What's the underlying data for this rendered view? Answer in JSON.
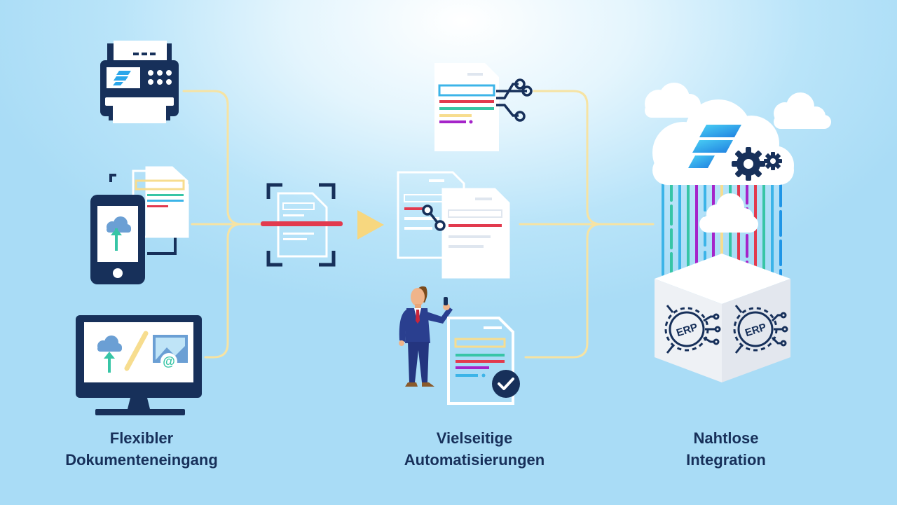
{
  "labels": {
    "intake": {
      "line1": "Flexibler",
      "line2": "Dokumenteneingang"
    },
    "automation": {
      "line1": "Vielseitige",
      "line2": "Automatisierungen"
    },
    "integration": {
      "line1": "Nahtlose",
      "line2": "Integration"
    }
  },
  "badges": {
    "erp_left": "ERP",
    "erp_right": "ERP"
  },
  "icons": {
    "scanner": "printer-scanner-icon",
    "mobile": "smartphone-upload-icon",
    "desktop": "monitor-upload-email-icon",
    "scan": "document-scan-icon",
    "arrow": "triangle-arrow-icon",
    "extract": "document-extraction-icon",
    "compare": "document-matching-icon",
    "person": "businessman-icon",
    "approve": "document-check-icon",
    "cloud": "cloud-platform-icon",
    "gear": "gear-icon",
    "erp": "erp-cube-icon"
  },
  "colors": {
    "navy": "#17305a",
    "connector": "#f6e3a3",
    "scan_line": "#e23a4e",
    "arrow": "#f7d77f",
    "cyan": "#3cb4e8",
    "green": "#37c5a6",
    "yellow": "#f7dd8f",
    "purple": "#a524c9",
    "red": "#e23a4e",
    "blue_brand": "#1f95e6"
  }
}
